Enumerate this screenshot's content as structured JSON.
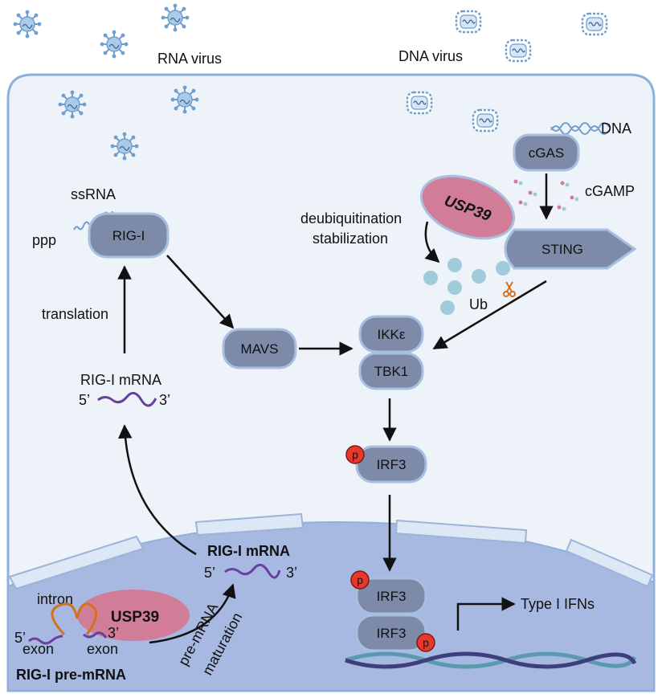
{
  "labels": {
    "rna_virus": "RNA virus",
    "dna_virus": "DNA virus",
    "ssrna": "ssRNA",
    "ppp": "ppp",
    "dna": "DNA",
    "cgamp": "cGAMP",
    "deubiquitination": "deubiquitination",
    "stabilization": "stabilization",
    "ub": "Ub",
    "translation": "translation",
    "rig_i_mrna_cyto": "RIG-I mRNA",
    "rig_i_mrna_nuc": "RIG-I mRNA",
    "five_prime": "5’",
    "three_prime": "3’",
    "intron": "intron",
    "exon": "exon",
    "pre_mrna": "RIG-I pre-mRNA",
    "pre_mrna_maturation_1": "pre-mRNA",
    "pre_mrna_maturation_2": "maturation",
    "type_i_ifns": "Type I IFNs",
    "phospho": "p"
  },
  "proteins": {
    "rig_i": "RIG-I",
    "mavs": "MAVS",
    "ikke": "IKKε",
    "tbk1": "TBK1",
    "irf3": "IRF3",
    "cgas": "cGAS",
    "sting": "STING",
    "usp39": "USP39"
  },
  "colors": {
    "cytoplasm": "#eef3fa",
    "cell_border": "#8fb0dc",
    "nucleus": "#a7b9e0",
    "protein": "#7d8ba8",
    "protein_border": "#a9bfe0",
    "usp39": "#d27d97",
    "virus": "#6f9fce",
    "ub": "#9fcbda",
    "mrna": "#6a3fa0",
    "intron": "#d4711e",
    "phospho": "#e8382b",
    "dna_strand_1": "#3d3d80",
    "dna_strand_2": "#5a9ab0"
  }
}
